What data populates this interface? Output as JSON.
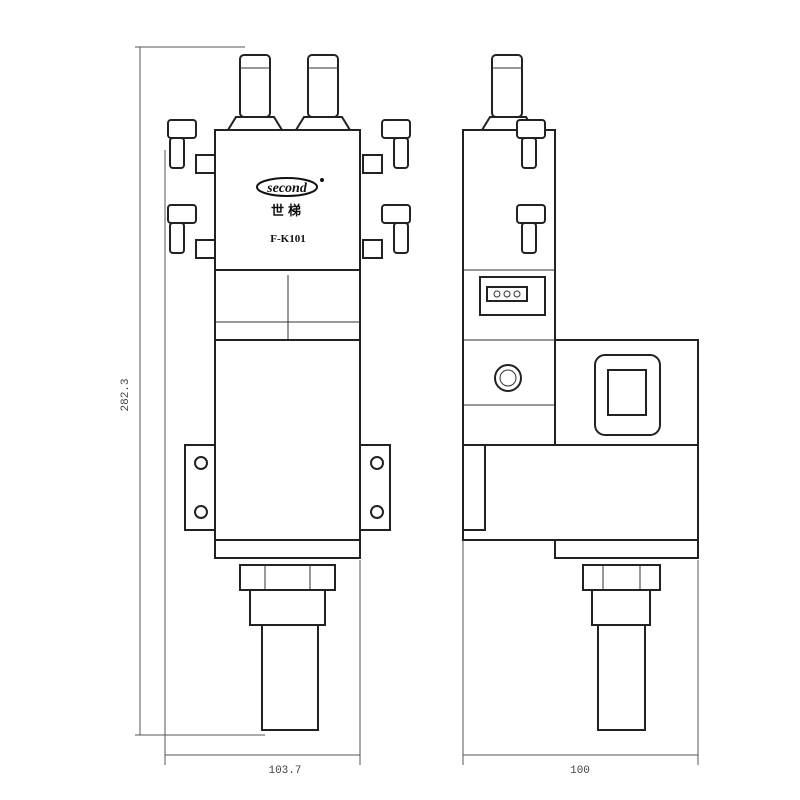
{
  "drawing": {
    "logo_text": "second",
    "logo_chinese": "世梯",
    "model_label": "F-K101",
    "dimensions": {
      "height": "282.3",
      "front_width": "103.7",
      "side_width": "100"
    }
  }
}
